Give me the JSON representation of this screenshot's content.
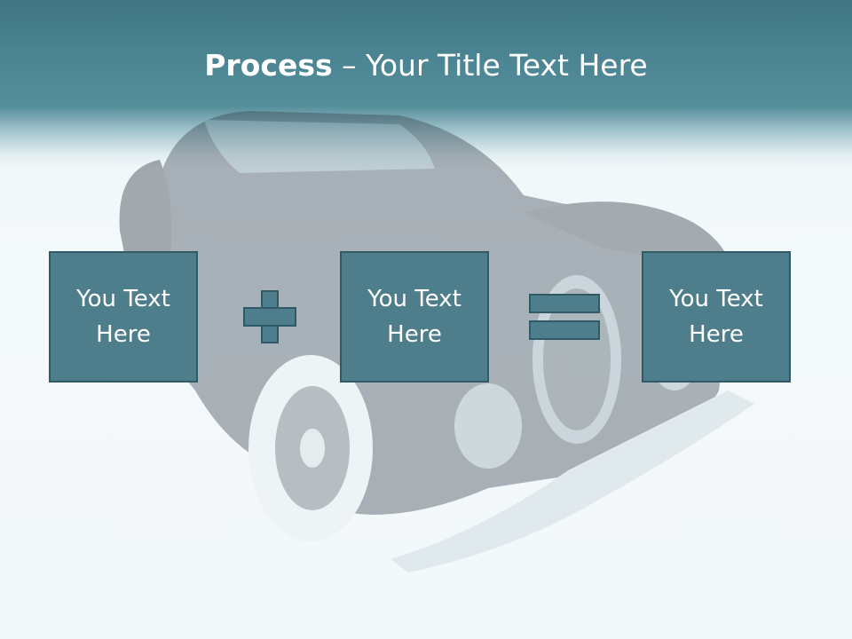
{
  "slide": {
    "title_bold": "Process",
    "title_separator": " – ",
    "title_rest": "Your Title Text Here",
    "boxes": [
      {
        "text": "You Text Here"
      },
      {
        "text": "You Text Here"
      },
      {
        "text": "You Text Here"
      }
    ],
    "operators": [
      "plus",
      "equals"
    ]
  },
  "colors": {
    "header": "#4a8391",
    "box_fill": "#4e7e8b",
    "box_border": "#2f5a66",
    "text": "#ffffff"
  },
  "background_image": "vintage-car-illustration"
}
